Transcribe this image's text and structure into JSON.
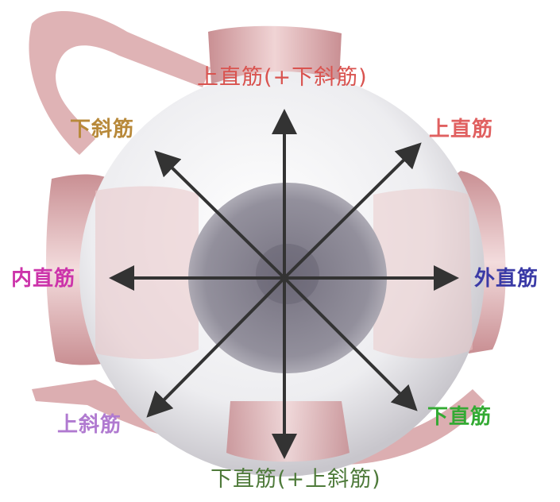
{
  "labels": {
    "superior_rectus_inferior_oblique": "上直筋(+下斜筋)",
    "inferior_oblique": "下斜筋",
    "superior_rectus": "上直筋",
    "medial_rectus": "内直筋",
    "lateral_rectus": "外直筋",
    "superior_oblique": "上斜筋",
    "inferior_rectus": "下直筋",
    "inferior_rectus_superior_oblique": "下直筋(+上斜筋)"
  },
  "colors": {
    "superior_rectus": "#d9534f",
    "inferior_oblique": "#b8893a",
    "medial_rectus": "#cc33aa",
    "lateral_rectus": "#3333aa",
    "superior_oblique": "#b07ad0",
    "inferior_rectus": "#33aa33",
    "inferior_rectus_superior_oblique": "#4e7a3a",
    "arrow": "#333333",
    "muscle": "#e6b8b8",
    "sclera": "#f2f2f4",
    "iris": "#7d7a88"
  }
}
